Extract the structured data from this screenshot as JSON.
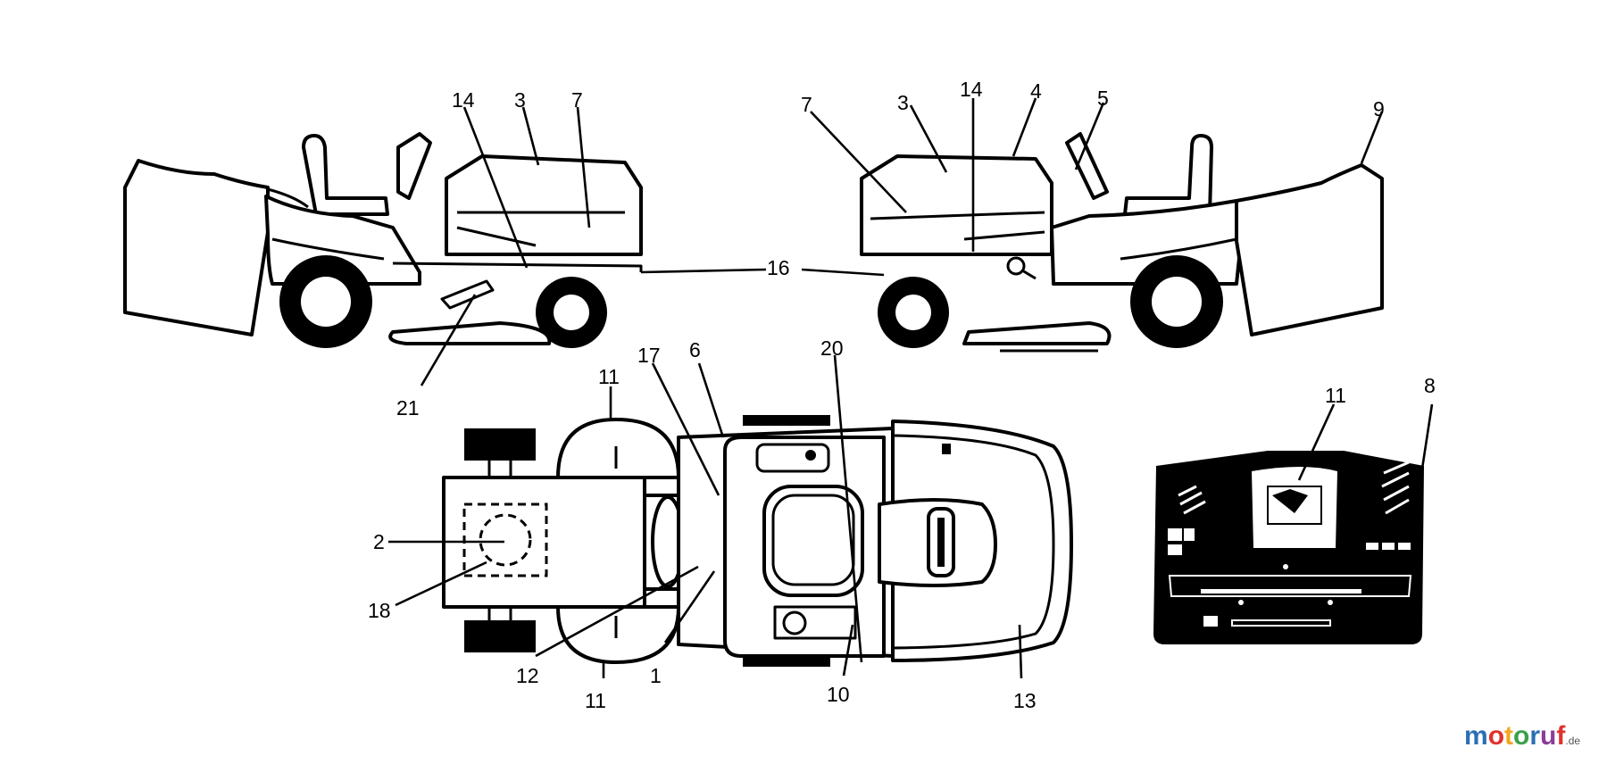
{
  "callouts": {
    "left_tractor": [
      "14",
      "3",
      "7",
      "21"
    ],
    "right_tractor": [
      "7",
      "3",
      "14",
      "4",
      "5",
      "9"
    ],
    "shared": "16",
    "top_view": [
      "11",
      "17",
      "6",
      "20",
      "2",
      "18",
      "12",
      "1",
      "10",
      "13",
      "11"
    ],
    "panel": [
      "11",
      "8"
    ]
  },
  "watermark": {
    "letters": [
      "m",
      "o",
      "t",
      "o",
      "r",
      "u",
      "f"
    ],
    "colors": [
      "#2a6fb5",
      "#e1312d",
      "#f3a71e",
      "#3aa14a",
      "#2a6fb5",
      "#8b3d98",
      "#e1312d"
    ],
    "suffix": ".de"
  }
}
